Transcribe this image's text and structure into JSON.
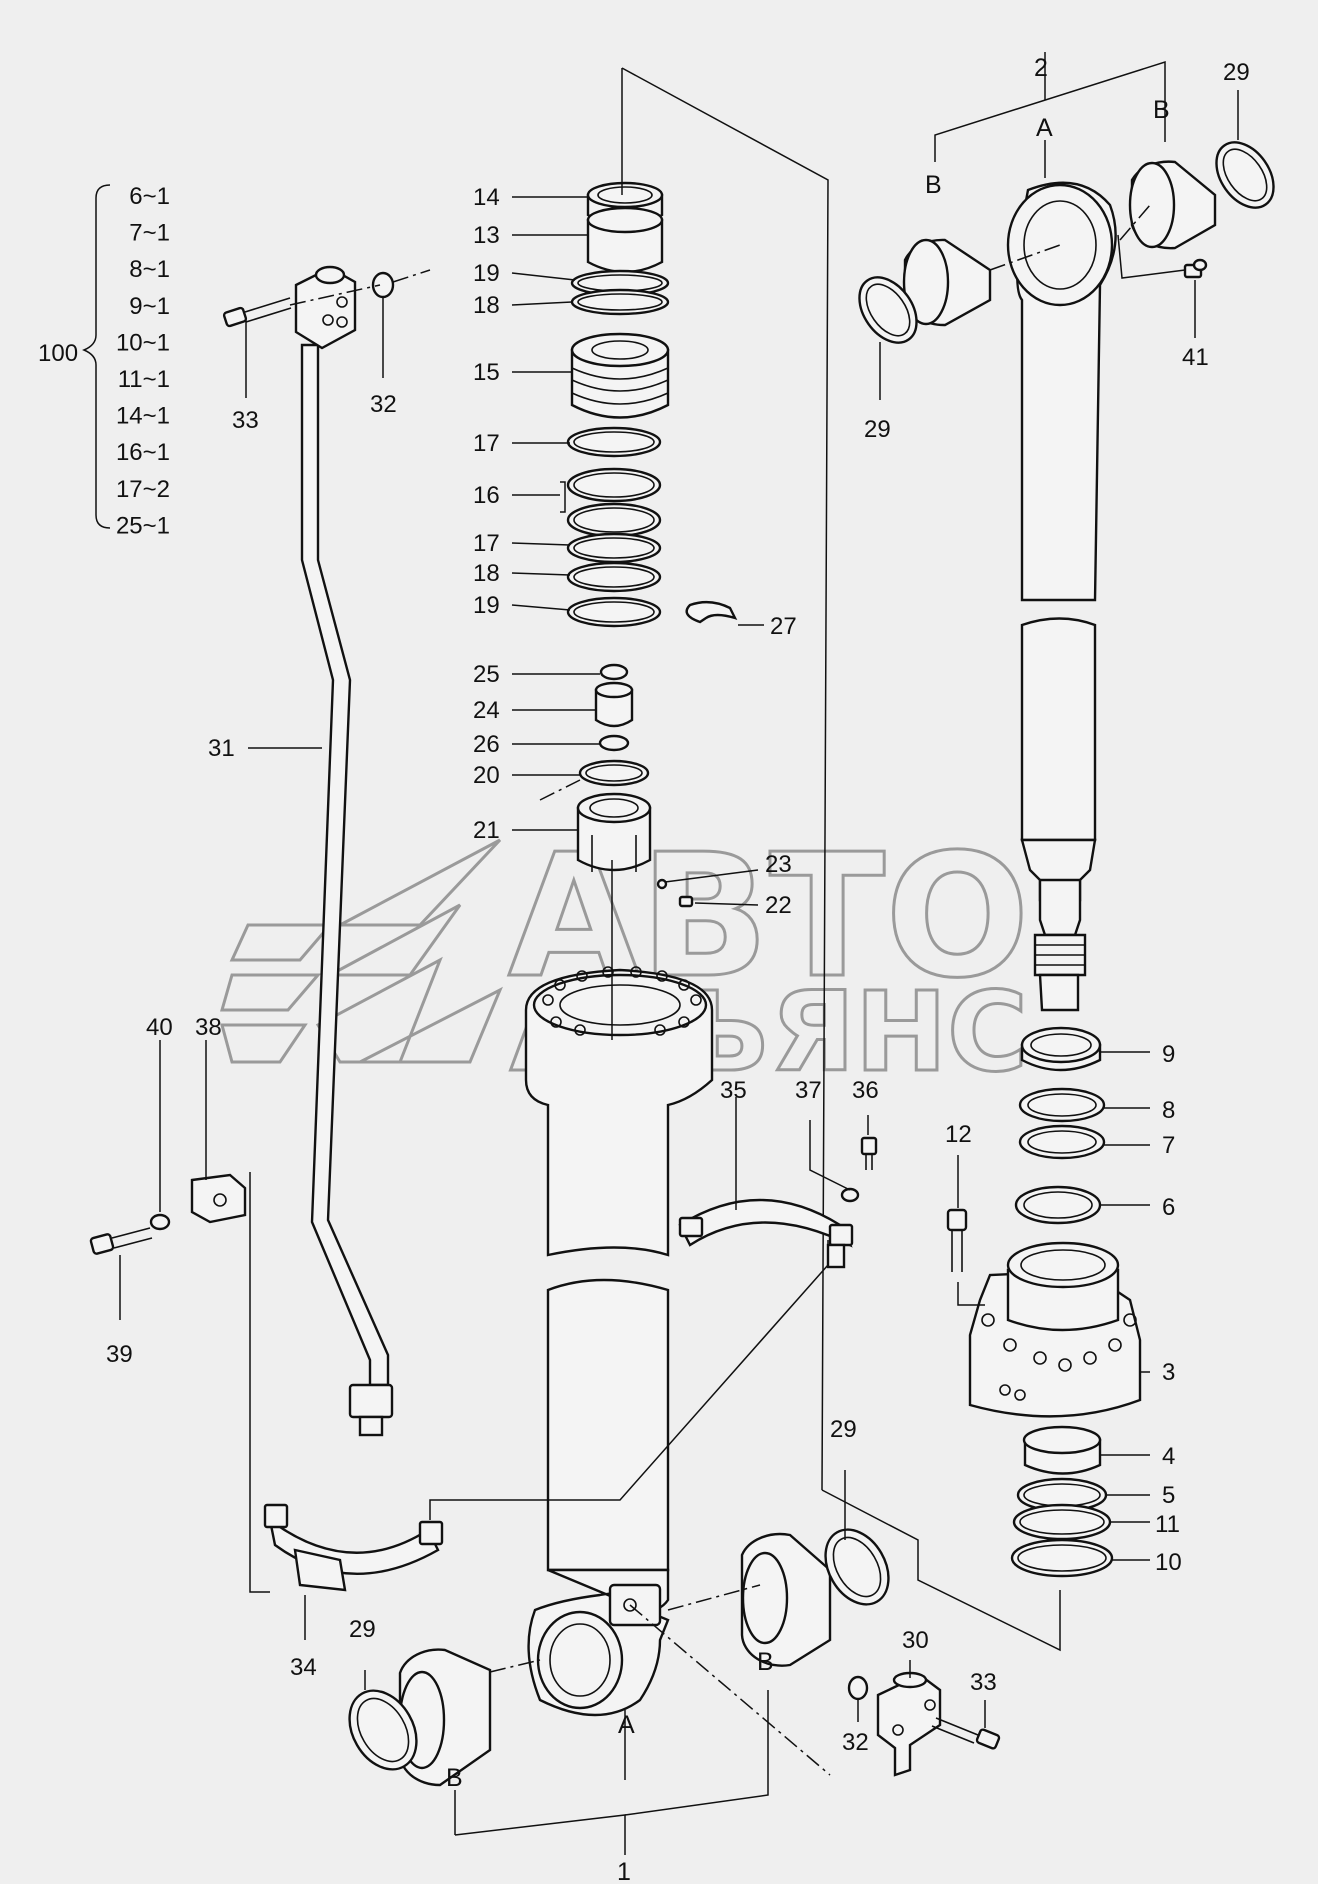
{
  "kit": {
    "number": "100",
    "items": [
      "6~1",
      "7~1",
      "8~1",
      "9~1",
      "10~1",
      "11~1",
      "14~1",
      "16~1",
      "17~2",
      "25~1"
    ]
  },
  "watermark": {
    "line1": "АВТО",
    "line2": "АЛЬЯНС"
  },
  "callouts": {
    "c1": "1",
    "c2": "2",
    "c3": "3",
    "c4": "4",
    "c5": "5",
    "c6": "6",
    "c7": "7",
    "c8": "8",
    "c9": "9",
    "c10": "10",
    "c11": "11",
    "c12": "12",
    "c13": "13",
    "c14": "14",
    "c15": "15",
    "c16": "16",
    "c17a": "17",
    "c17b": "17",
    "c18a": "18",
    "c18b": "18",
    "c19a": "19",
    "c19b": "19",
    "c20": "20",
    "c21": "21",
    "c22": "22",
    "c23": "23",
    "c24": "24",
    "c25": "25",
    "c26": "26",
    "c27": "27",
    "c29a": "29",
    "c29b": "29",
    "c29c": "29",
    "c29d": "29",
    "c30": "30",
    "c31": "31",
    "c32a": "32",
    "c32b": "32",
    "c33a": "33",
    "c33b": "33",
    "c34": "34",
    "c35": "35",
    "c36": "36",
    "c37": "37",
    "c38": "38",
    "c39": "39",
    "c40": "40",
    "c41": "41"
  },
  "refs": {
    "top_a": "A",
    "top_b_left": "B",
    "top_b_right": "B",
    "bot_a": "A",
    "bot_b_left": "B",
    "bot_b_right": "B"
  }
}
